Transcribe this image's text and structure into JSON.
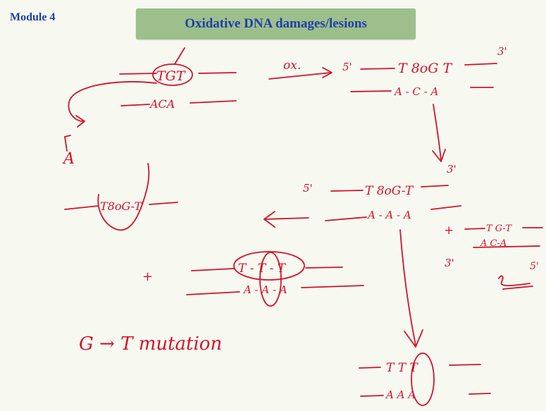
{
  "header": {
    "module": "Module 4",
    "title": "Oxidative DNA damages/lesions"
  },
  "colors": {
    "ink": "#d4122a",
    "title_bg": "#9dbf8c",
    "title_text": "#1f3fa6",
    "background": "#f7f9f1"
  },
  "annotations": {
    "top_strand": "TGT",
    "bottom_strand": "ACA",
    "oxidation": "ox.",
    "mark_5prime": "5'",
    "mark_3prime": "3'",
    "ox_top": "T 8oG T",
    "ox_bottom": "A - C - A",
    "damaged_fragment": "T8oG-T",
    "removed_base": "A",
    "rep_top": "T 8oG-T",
    "rep_bottom": "A - A - A",
    "plus_sign": "+",
    "normal_top": "T G-T",
    "normal_bottom": "A C-A",
    "mut_top": "T - T - T",
    "mut_bottom": "A - A - A",
    "final_top": "T T T",
    "final_bottom": "A A A",
    "mutation_note": "G → T mutation"
  }
}
